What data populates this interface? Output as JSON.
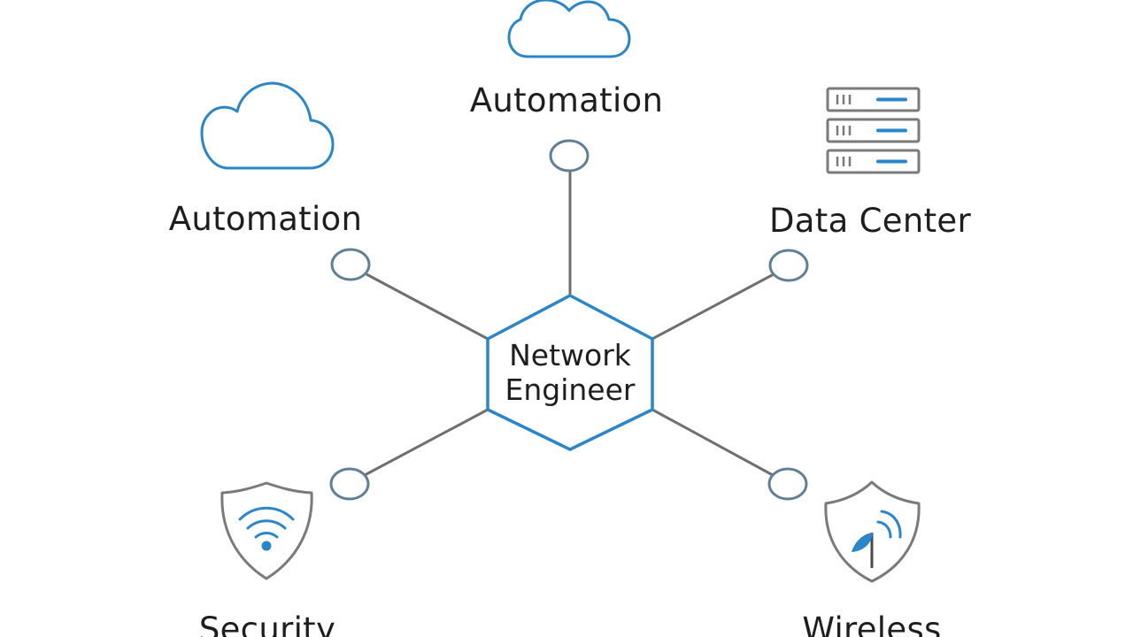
{
  "hub": {
    "line1": "Network",
    "line2": "Engineer"
  },
  "branches": {
    "top": {
      "label": "Automation",
      "icon": "cloud-icon"
    },
    "upper_left": {
      "label": "Automation",
      "icon": "cloud-icon"
    },
    "upper_right": {
      "label": "Data Center",
      "icon": "server-rack-icon"
    },
    "lower_left": {
      "label": "Security",
      "icon": "shield-wifi-icon"
    },
    "lower_right": {
      "label": "Wireless",
      "icon": "shield-antenna-icon"
    }
  },
  "colors": {
    "accent_blue": "#2a86c8",
    "icon_gray": "#7a7a7a",
    "connector_gray": "#6f6f6f",
    "text": "#1e1e1e"
  }
}
